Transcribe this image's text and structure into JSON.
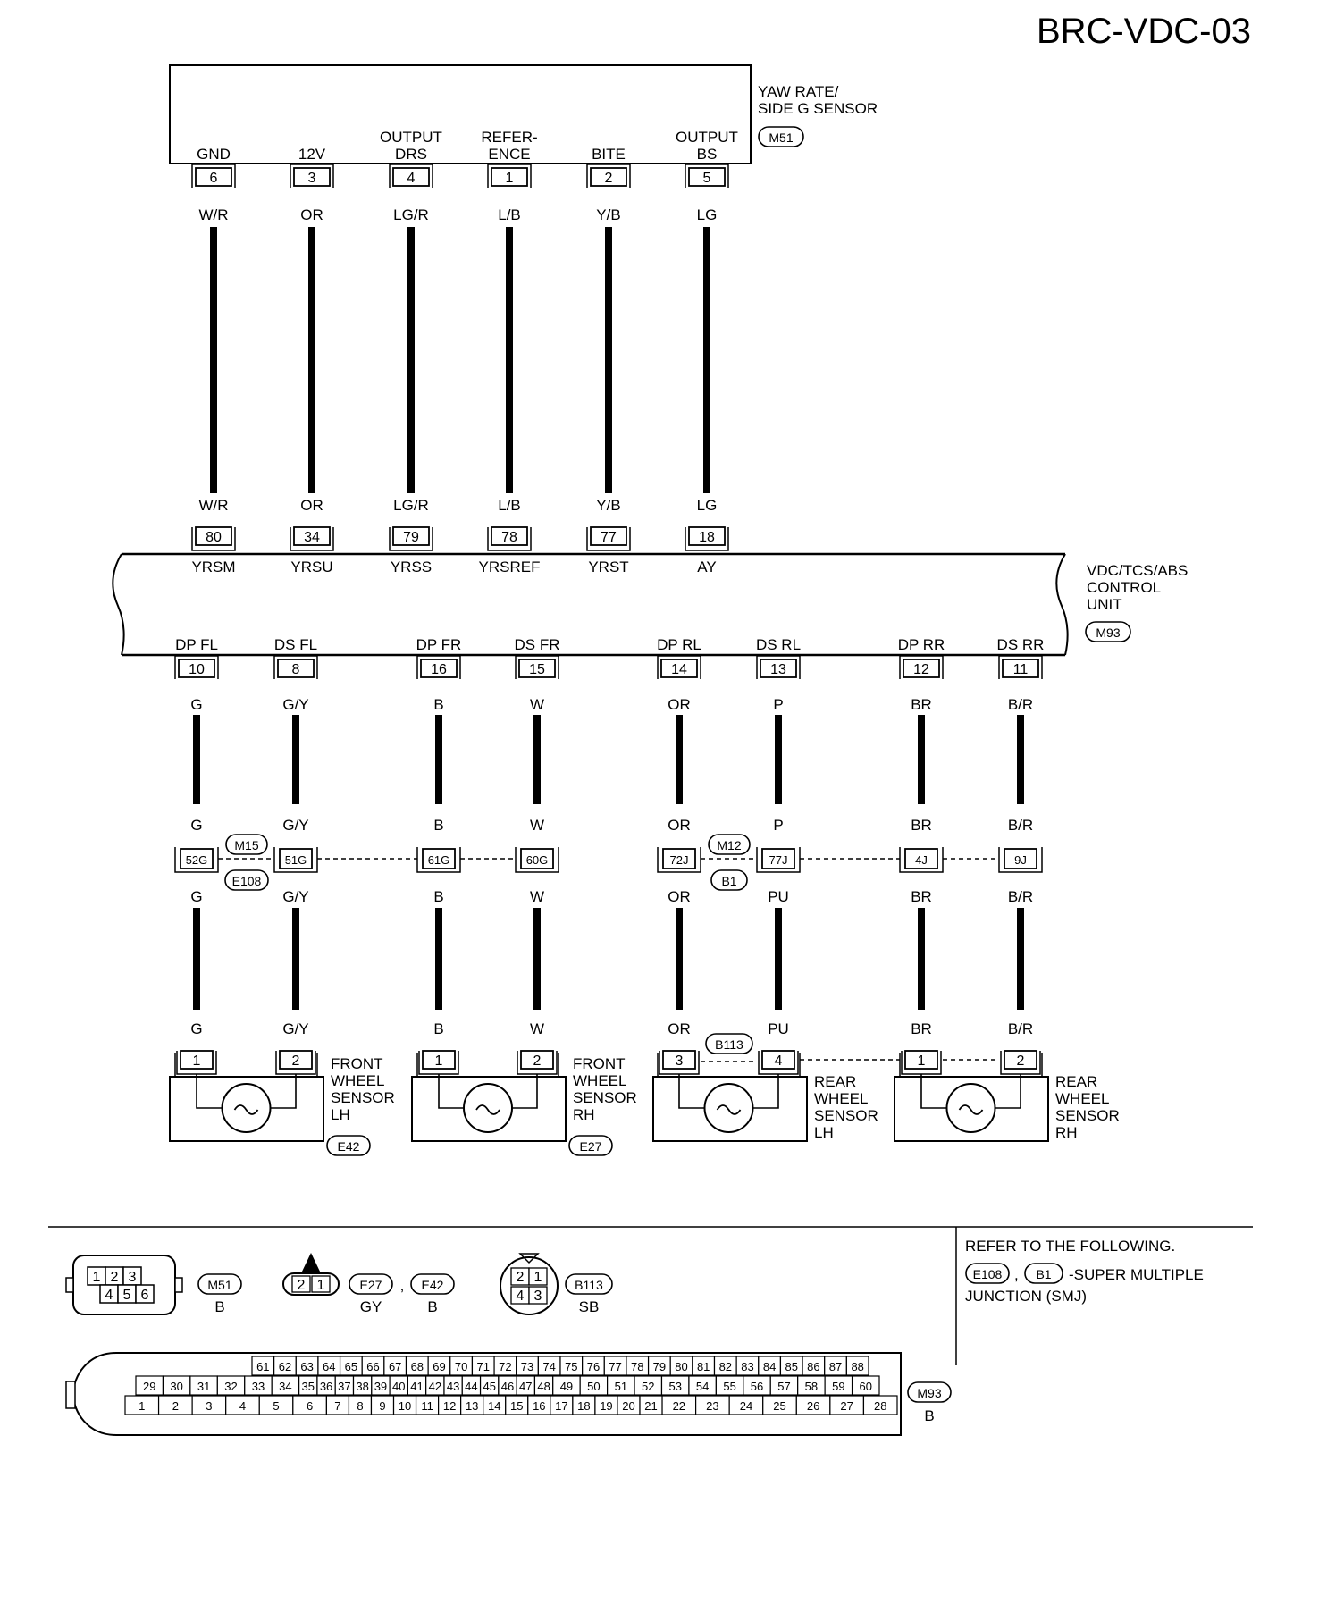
{
  "page": {
    "id": "BRC-VDC-03"
  },
  "yaw_sensor": {
    "name": [
      "YAW RATE/",
      "SIDE G SENSOR"
    ],
    "connector": "M51",
    "pins": [
      {
        "pin": "6",
        "label": [
          "GND"
        ],
        "wire": "W/R"
      },
      {
        "pin": "3",
        "label": [
          "12V"
        ],
        "wire": "OR"
      },
      {
        "pin": "4",
        "label": [
          "OUTPUT",
          "DRS"
        ],
        "wire": "LG/R"
      },
      {
        "pin": "1",
        "label": [
          "REFER-",
          "ENCE"
        ],
        "wire": "L/B"
      },
      {
        "pin": "2",
        "label": [
          "BITE"
        ],
        "wire": "Y/B"
      },
      {
        "pin": "5",
        "label": [
          "OUTPUT",
          "BS"
        ],
        "wire": "LG"
      }
    ]
  },
  "control_unit": {
    "name": [
      "VDC/TCS/ABS",
      "CONTROL",
      "UNIT"
    ],
    "connector": "M93",
    "top_pins": [
      {
        "pin": "80",
        "label": "YRSM"
      },
      {
        "pin": "34",
        "label": "YRSU"
      },
      {
        "pin": "79",
        "label": "YRSS"
      },
      {
        "pin": "78",
        "label": "YRSREF"
      },
      {
        "pin": "77",
        "label": "YRST"
      },
      {
        "pin": "18",
        "label": "AY"
      }
    ],
    "bottom_pins": [
      {
        "pin": "10",
        "label": "DP FL",
        "wire_top": "G",
        "j_top": "G",
        "junction": "52G",
        "j_bottom": "G",
        "s_wire": "G",
        "s_pin": "1"
      },
      {
        "pin": "8",
        "label": "DS FL",
        "wire_top": "G/Y",
        "j_top": "G/Y",
        "junction": "51G",
        "j_bottom": "G/Y",
        "s_wire": "G/Y",
        "s_pin": "2"
      },
      {
        "pin": "16",
        "label": "DP FR",
        "wire_top": "B",
        "j_top": "B",
        "junction": "61G",
        "j_bottom": "B",
        "s_wire": "B",
        "s_pin": "1"
      },
      {
        "pin": "15",
        "label": "DS FR",
        "wire_top": "W",
        "j_top": "W",
        "junction": "60G",
        "j_bottom": "W",
        "s_wire": "W",
        "s_pin": "2"
      },
      {
        "pin": "14",
        "label": "DP RL",
        "wire_top": "OR",
        "j_top": "OR",
        "junction": "72J",
        "j_bottom": "OR",
        "s_wire": "OR",
        "s_pin": "3"
      },
      {
        "pin": "13",
        "label": "DS RL",
        "wire_top": "P",
        "j_top": "P",
        "junction": "77J",
        "j_bottom": "PU",
        "s_wire": "PU",
        "s_pin": "4"
      },
      {
        "pin": "12",
        "label": "DP RR",
        "wire_top": "BR",
        "j_top": "BR",
        "junction": "4J",
        "j_bottom": "BR",
        "s_wire": "BR",
        "s_pin": "1"
      },
      {
        "pin": "11",
        "label": "DS RR",
        "wire_top": "B/R",
        "j_top": "B/R",
        "junction": "9J",
        "j_bottom": "B/R",
        "s_wire": "B/R",
        "s_pin": "2"
      }
    ]
  },
  "junction_tags": {
    "front_top": "M15",
    "front_bottom": "E108",
    "rear_top": "M12",
    "rear_bottom": "B1"
  },
  "sensors": [
    {
      "name": [
        "FRONT",
        "WHEEL",
        "SENSOR",
        "LH"
      ],
      "connector": "E42"
    },
    {
      "name": [
        "FRONT",
        "WHEEL",
        "SENSOR",
        "RH"
      ],
      "connector": "E27"
    },
    {
      "name": [
        "REAR",
        "WHEEL",
        "SENSOR",
        "LH"
      ],
      "connector": "B113"
    },
    {
      "name": [
        "REAR",
        "WHEEL",
        "SENSOR",
        "RH"
      ],
      "connector": ""
    }
  ],
  "connector_views": {
    "m51": {
      "tag": "M51",
      "color": "B",
      "top_pins": [
        "1",
        "2",
        "3"
      ],
      "bottom_pins": [
        "4",
        "5",
        "6"
      ]
    },
    "e27_e42": {
      "pins": [
        "2",
        "1"
      ],
      "tag1": "E27",
      "sep": ",",
      "tag2": "E42",
      "color1": "GY",
      "color2": "B"
    },
    "b113": {
      "tag": "B113",
      "color": "SB",
      "top_pins": [
        "2",
        "1"
      ],
      "bottom_pins": [
        "4",
        "3"
      ]
    },
    "m93": {
      "tag": "M93",
      "color": "B"
    }
  },
  "note": {
    "line1": "REFER TO THE FOLLOWING.",
    "tag1": "E108",
    "sep": ",",
    "tag2": "B1",
    "line2": "-SUPER MULTIPLE",
    "line3": "JUNCTION (SMJ)"
  },
  "colors": {
    "ink": "#000000",
    "paper": "#ffffff"
  }
}
